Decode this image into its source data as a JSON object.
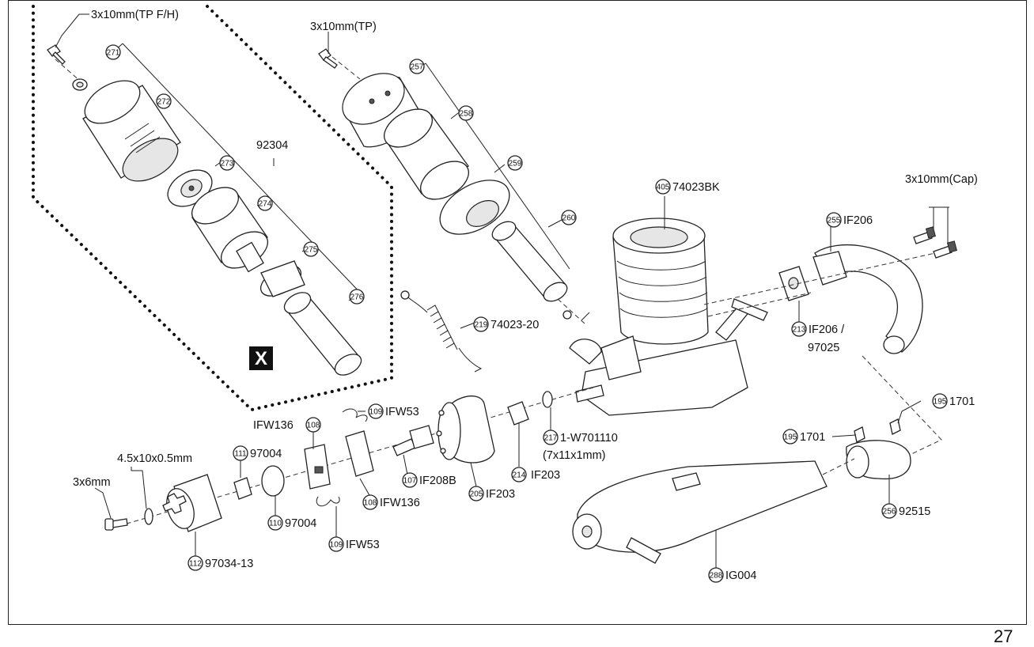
{
  "page_number": "27",
  "marker": "X",
  "callouts": [
    {
      "id": "screw-tpfh",
      "text": "3x10mm(TP F/H)"
    },
    {
      "id": "screw-tp",
      "text": "3x10mm(TP)"
    },
    {
      "id": "starter-set",
      "text": "92304"
    },
    {
      "id": "p271",
      "circle": "271",
      "text": ""
    },
    {
      "id": "p272",
      "circle": "272",
      "text": ""
    },
    {
      "id": "p273",
      "circle": "273",
      "text": ""
    },
    {
      "id": "p274",
      "circle": "274",
      "text": ""
    },
    {
      "id": "p275",
      "circle": "275",
      "text": ""
    },
    {
      "id": "p276",
      "circle": "276",
      "text": ""
    },
    {
      "id": "p257",
      "circle": "257",
      "text": ""
    },
    {
      "id": "p258",
      "circle": "258",
      "text": ""
    },
    {
      "id": "p259",
      "circle": "259",
      "text": ""
    },
    {
      "id": "p260",
      "circle": "260",
      "text": ""
    },
    {
      "id": "p405",
      "circle": "405",
      "text": "74023BK"
    },
    {
      "id": "screw-cap",
      "text": "3x10mm(Cap)"
    },
    {
      "id": "p255",
      "circle": "255",
      "text": "IF206"
    },
    {
      "id": "p213",
      "circle": "213",
      "text": "IF206 /"
    },
    {
      "id": "p213b",
      "text": "97025"
    },
    {
      "id": "p219",
      "circle": "219",
      "text": "74023-20"
    },
    {
      "id": "p195a",
      "circle": "195",
      "text": "1701"
    },
    {
      "id": "p195b",
      "circle": "195",
      "text": "1701"
    },
    {
      "id": "p256",
      "circle": "256",
      "text": "92515"
    },
    {
      "id": "p288",
      "circle": "288",
      "text": "IG004"
    },
    {
      "id": "p217",
      "circle": "217",
      "text": "1-W701110"
    },
    {
      "id": "p217b",
      "text": "(7x11x1mm)"
    },
    {
      "id": "p214",
      "circle": "214",
      "text": "IF203"
    },
    {
      "id": "p205",
      "circle": "205",
      "text": "IF203"
    },
    {
      "id": "p107",
      "circle": "107",
      "text": "IF208B"
    },
    {
      "id": "p109a",
      "circle": "109",
      "text": "IFW53"
    },
    {
      "id": "p109b",
      "circle": "109",
      "text": "IFW53"
    },
    {
      "id": "p108a",
      "circle": "108",
      "text": ""
    },
    {
      "id": "p108a-label",
      "text": "IFW136"
    },
    {
      "id": "p108b",
      "circle": "108",
      "text": "IFW136"
    },
    {
      "id": "p111",
      "circle": "111",
      "text": "97004"
    },
    {
      "id": "p110",
      "circle": "110",
      "text": "97004"
    },
    {
      "id": "p112",
      "circle": "112",
      "text": "97034-13"
    },
    {
      "id": "washer",
      "text": "4.5x10x0.5mm"
    },
    {
      "id": "screw-3x6",
      "text": "3x6mm"
    }
  ]
}
